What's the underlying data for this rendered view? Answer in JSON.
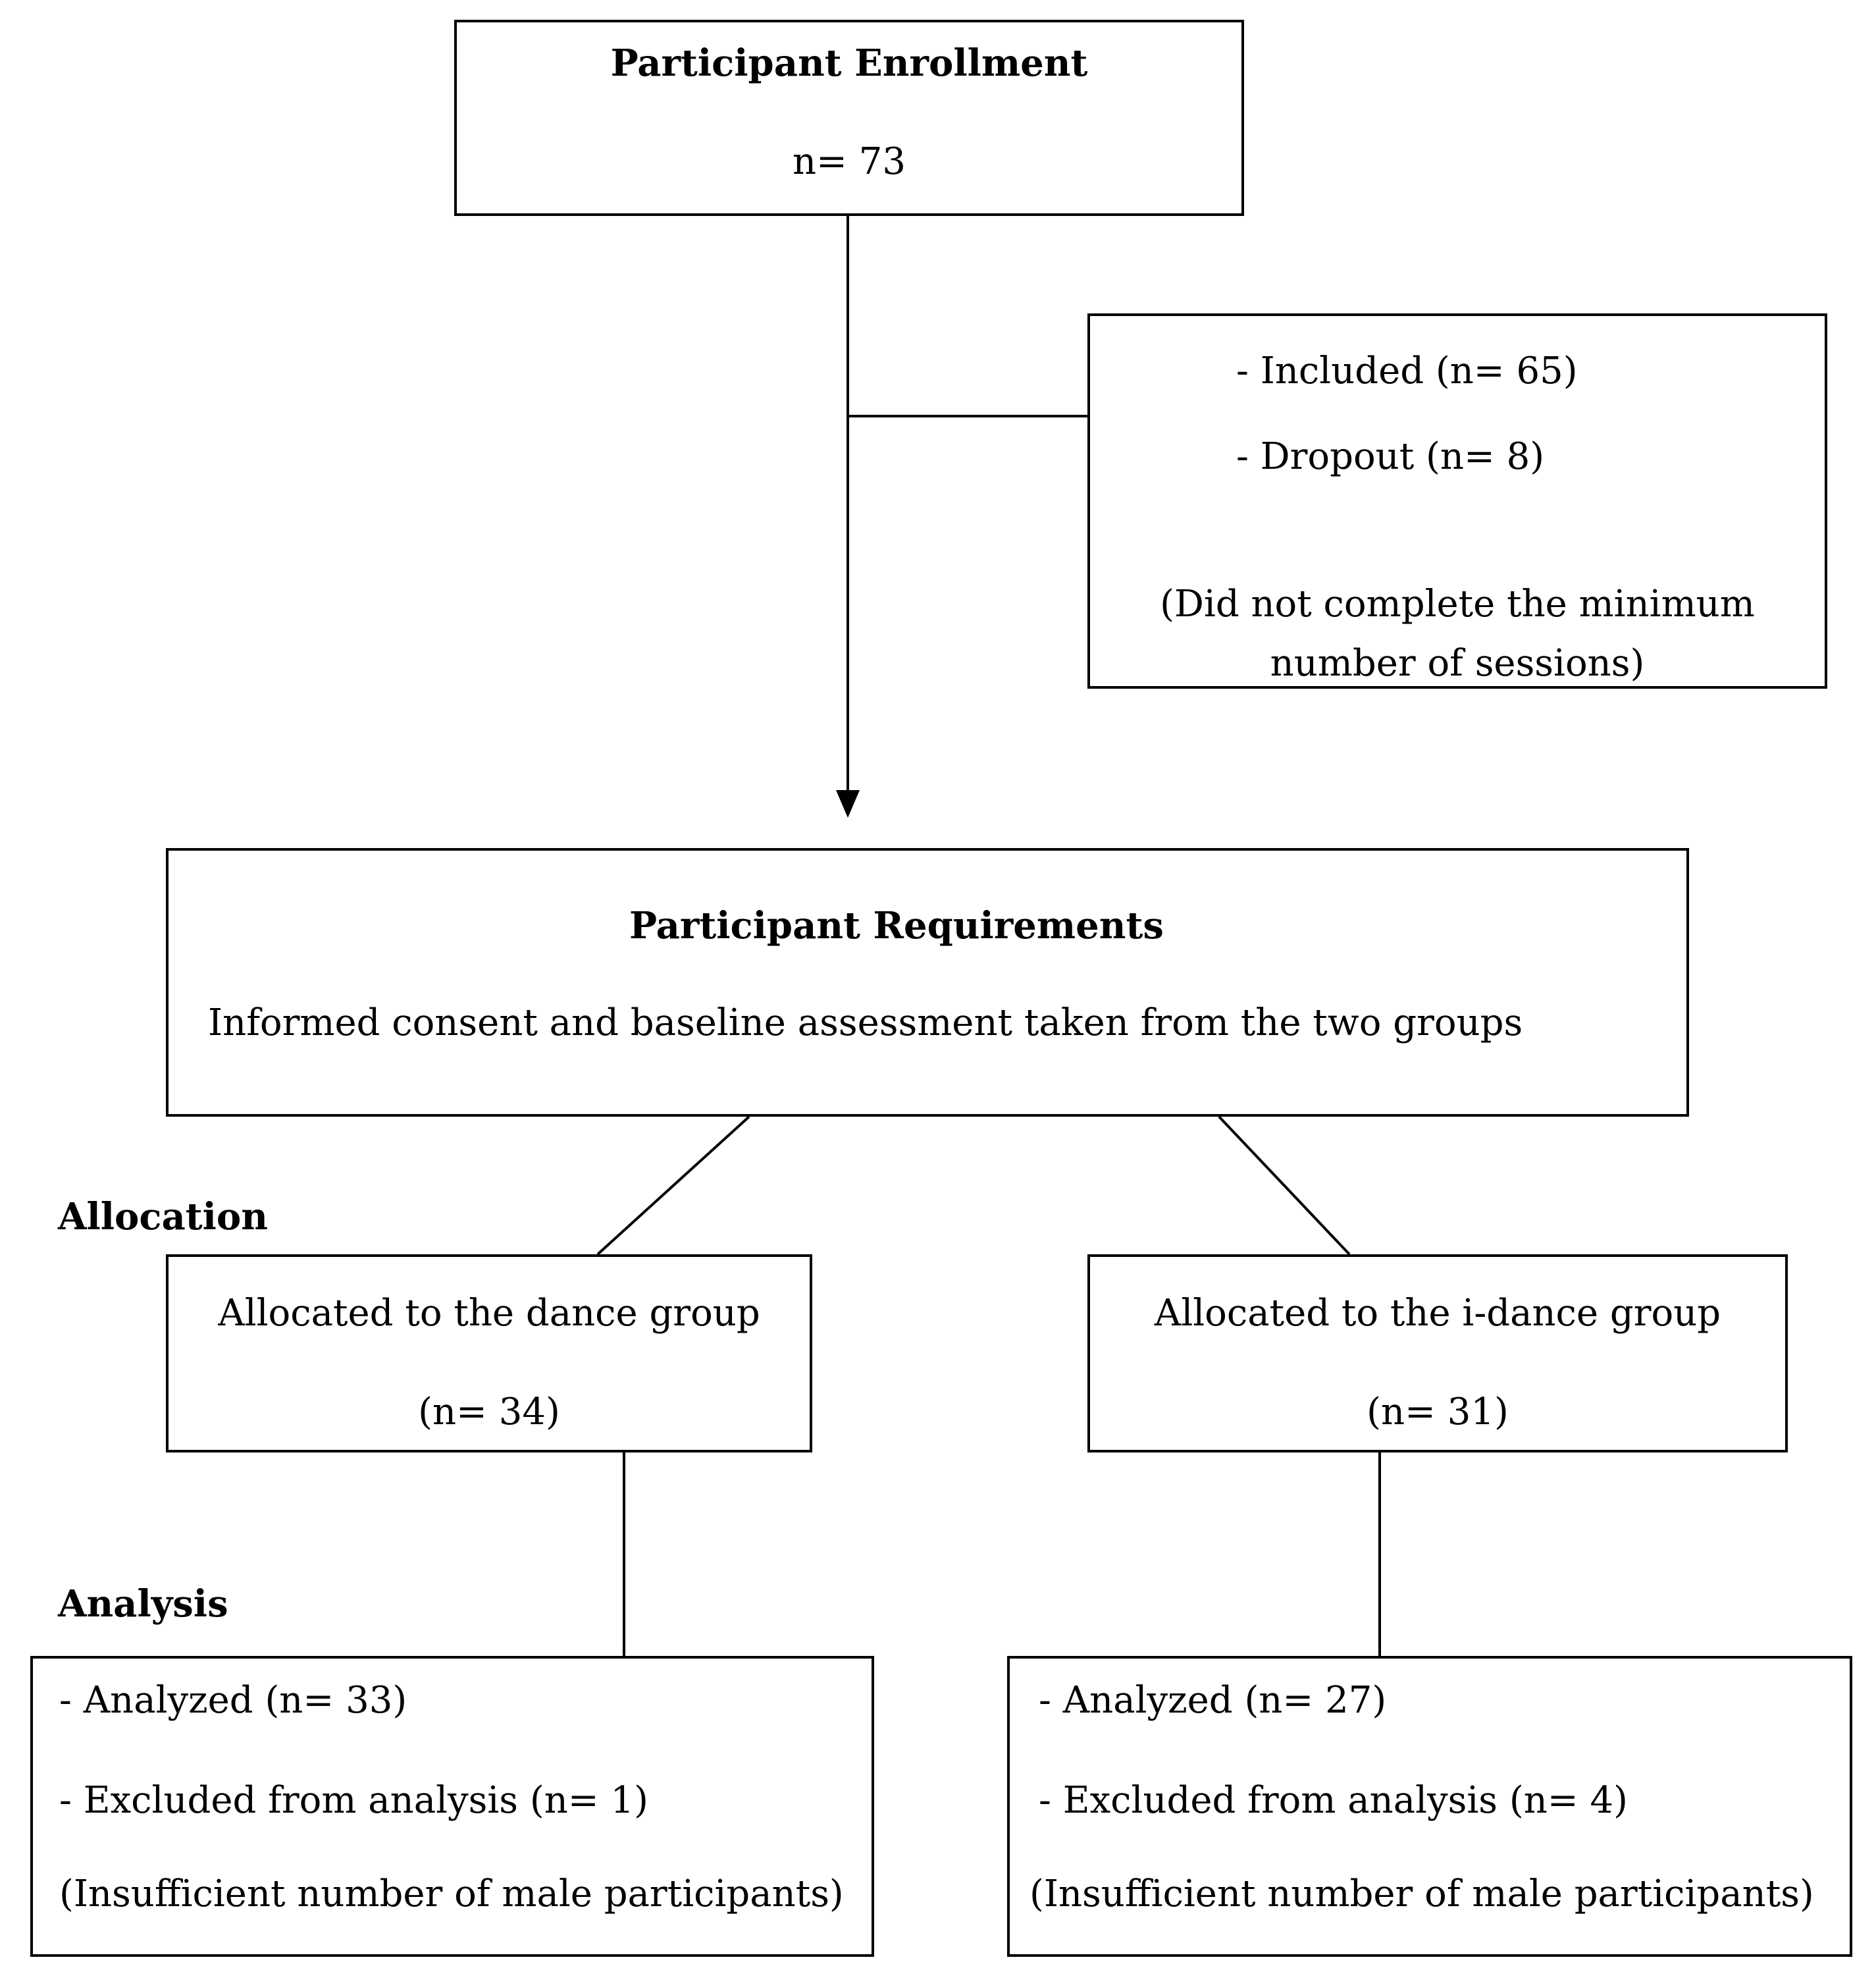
{
  "enrollment": {
    "title": "Participant Enrollment",
    "count": "n= 73"
  },
  "dropout_box": {
    "included": "- Included (n= 65)",
    "dropout": "- Dropout (n= 8)",
    "reason_line1": "(Did not complete the minimum",
    "reason_line2": "number of sessions)"
  },
  "requirements": {
    "title": "Participant Requirements",
    "description": "Informed consent and baseline assessment taken from the two groups"
  },
  "section_labels": {
    "allocation": "Allocation",
    "analysis": "Analysis"
  },
  "dance_group": {
    "label": "Allocated to the dance group",
    "count": "(n= 34)",
    "analyzed": "- Analyzed (n= 33)",
    "excluded": "- Excluded from analysis (n= 1)",
    "reason": "(Insufficient number of male participants)"
  },
  "idance_group": {
    "label": "Allocated to the i-dance group",
    "count": "(n= 31)",
    "analyzed": "- Analyzed (n= 27)",
    "excluded": "- Excluded from analysis (n= 4)",
    "reason": "(Insufficient number of male participants)"
  }
}
